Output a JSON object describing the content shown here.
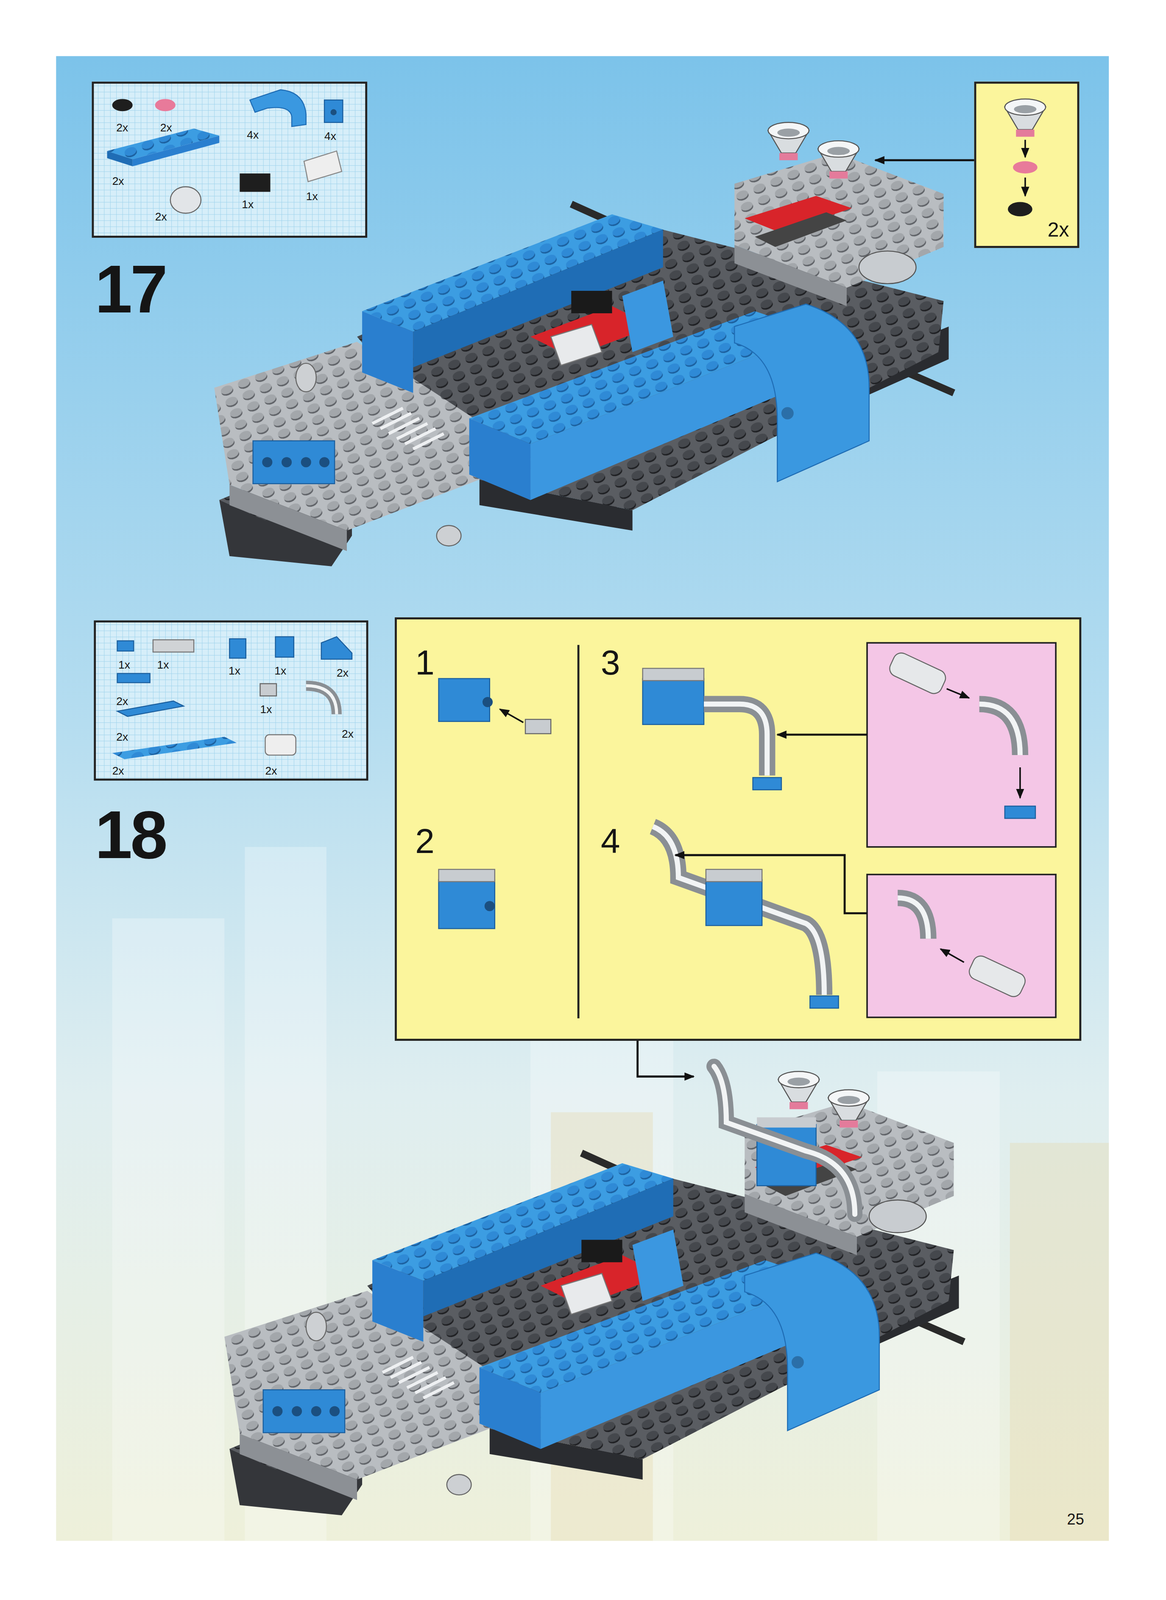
{
  "diagram": {
    "nodes": [
      {
        "text": [
          "2x",
          "2x",
          "4x",
          "4x",
          "2x",
          "2x",
          "1x",
          "1x"
        ]
      },
      {
        "text": [
          "2x"
        ]
      },
      {
        "text": [
          "1x",
          "1x",
          "1x",
          "1x",
          "2x",
          "2x",
          "1x",
          "2x",
          "2x",
          "2x",
          "2x"
        ]
      },
      {
        "text": [
          "1",
          "2",
          "3",
          "4"
        ]
      }
    ],
    "labels": [
      "17",
      "18",
      "25"
    ]
  }
}
